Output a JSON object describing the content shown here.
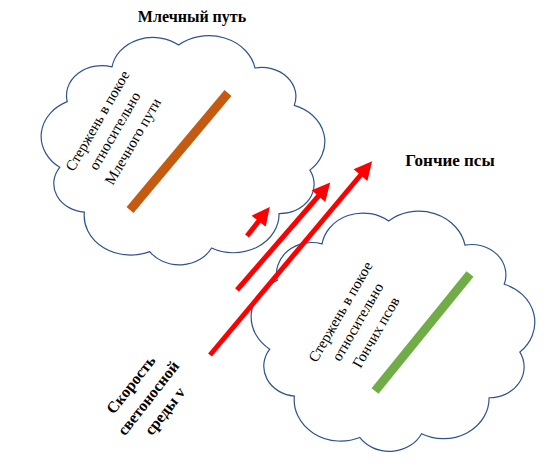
{
  "diagram": {
    "nodes": [
      {
        "text": [
          "Млечный путь",
          "Стержень в покое относительно Млечного пути"
        ]
      },
      {
        "text": [
          "Стержень в покое относительно Гончих псов"
        ]
      }
    ],
    "labels": [
      "Гончие псы",
      "Скорость светоносной среды v"
    ]
  }
}
